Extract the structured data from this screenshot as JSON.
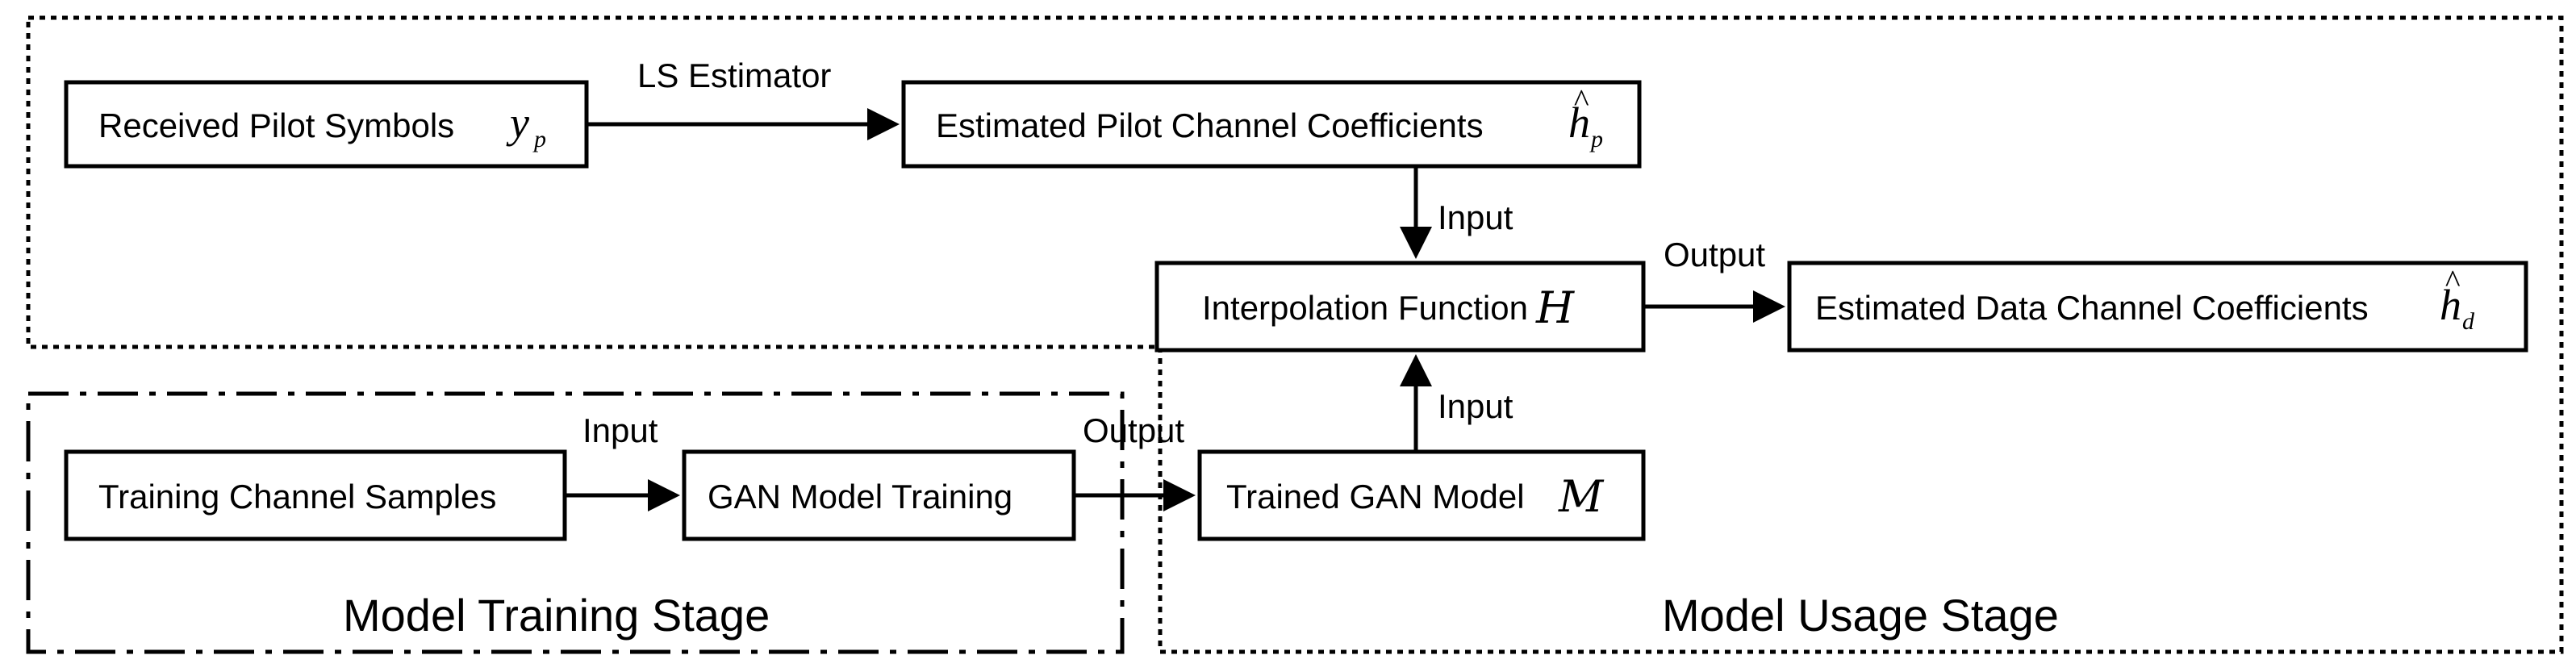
{
  "boxes": {
    "received_pilot": {
      "label": "Received Pilot Symbols",
      "symbol": "y",
      "subscript": "p"
    },
    "estimated_pilot": {
      "label": "Estimated Pilot Channel Coefficients",
      "symbol": "h",
      "hat": "^",
      "subscript": "p"
    },
    "interpolation": {
      "label": "Interpolation Function",
      "symbol": "H"
    },
    "estimated_data": {
      "label": "Estimated Data Channel Coefficients",
      "symbol": "h",
      "hat": "^",
      "subscript": "d"
    },
    "training_samples": {
      "label": "Training Channel Samples"
    },
    "gan_training": {
      "label": "GAN Model Training"
    },
    "trained_gan": {
      "label": "Trained GAN Model",
      "symbol": "M"
    }
  },
  "edges": {
    "ls_estimator": "LS Estimator",
    "input_pilot_to_interp": "Input",
    "output_interp_to_data": "Output",
    "input_model_to_interp": "Input",
    "input_samples_to_gan": "Input",
    "output_gan_to_model": "Output"
  },
  "stages": {
    "training": "Model Training Stage",
    "usage": "Model Usage Stage"
  }
}
